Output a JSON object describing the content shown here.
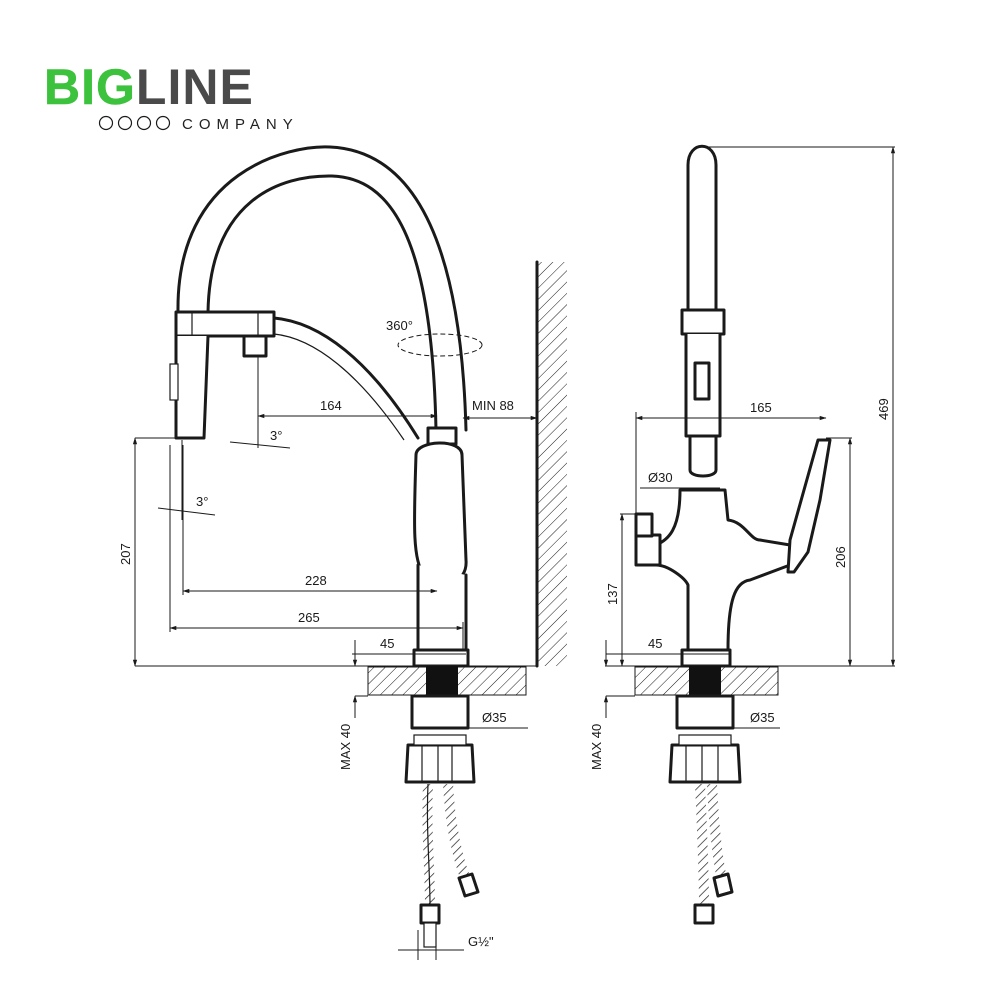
{
  "logo": {
    "part1": "BIG",
    "part2": "LINE",
    "subtitle": "COMPANY",
    "color_green": "#3cc23c",
    "color_gray": "#4a4a4a"
  },
  "side_view": {
    "dims": {
      "swivel": "360°",
      "reach_spray": "164",
      "wall_clear": "MIN 88",
      "angle_a": "3°",
      "angle_b": "3°",
      "height": "207",
      "reach_228": "228",
      "reach_265": "265",
      "base_dia": "45",
      "thread_dia": "Ø35",
      "max_deck": "MAX 40",
      "connector": "G½\""
    }
  },
  "front_view": {
    "dims": {
      "total_height": "469",
      "width": "165",
      "body_dia": "Ø30",
      "lever_height": "206",
      "side_height": "137",
      "base_dia": "45",
      "thread_dia": "Ø35",
      "max_deck": "MAX 40"
    }
  }
}
